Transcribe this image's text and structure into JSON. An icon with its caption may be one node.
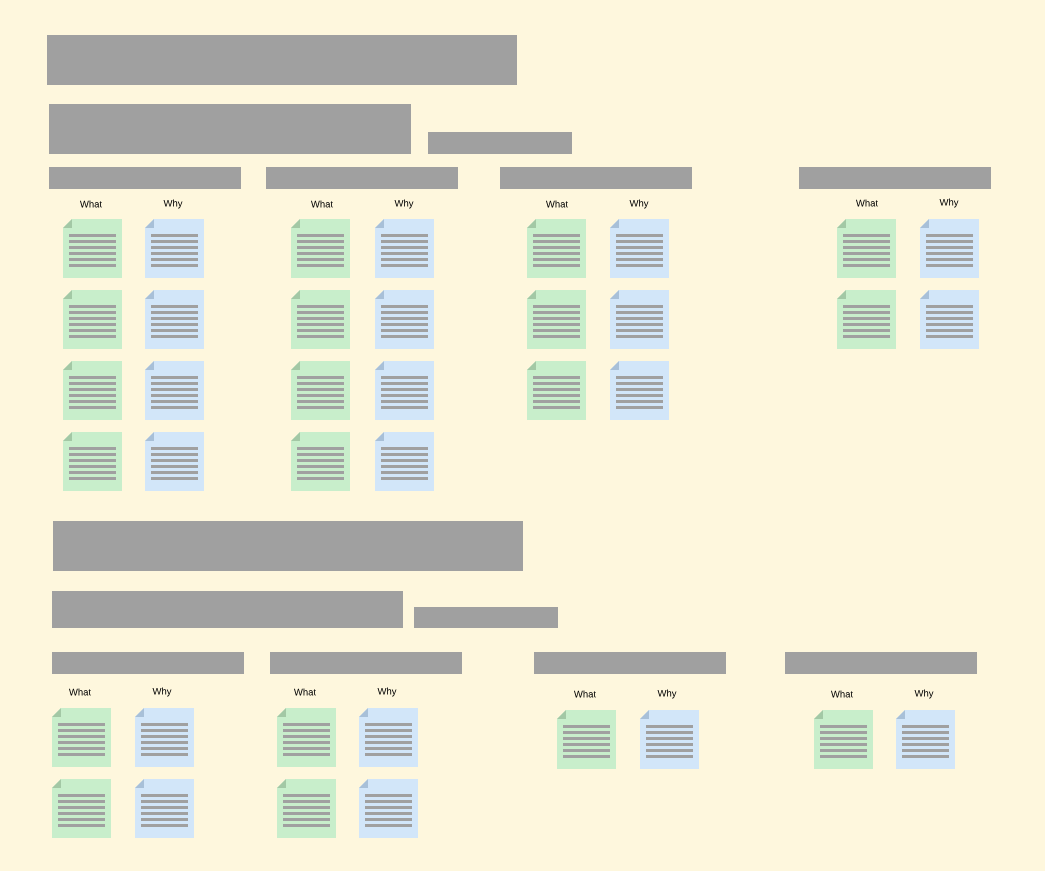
{
  "diagram": {
    "labels": [
      "What",
      "Why",
      "What",
      "Why",
      "What",
      "Why",
      "What",
      "Why",
      "What",
      "Why",
      "What",
      "Why",
      "What",
      "Why",
      "What",
      "Why"
    ]
  }
}
